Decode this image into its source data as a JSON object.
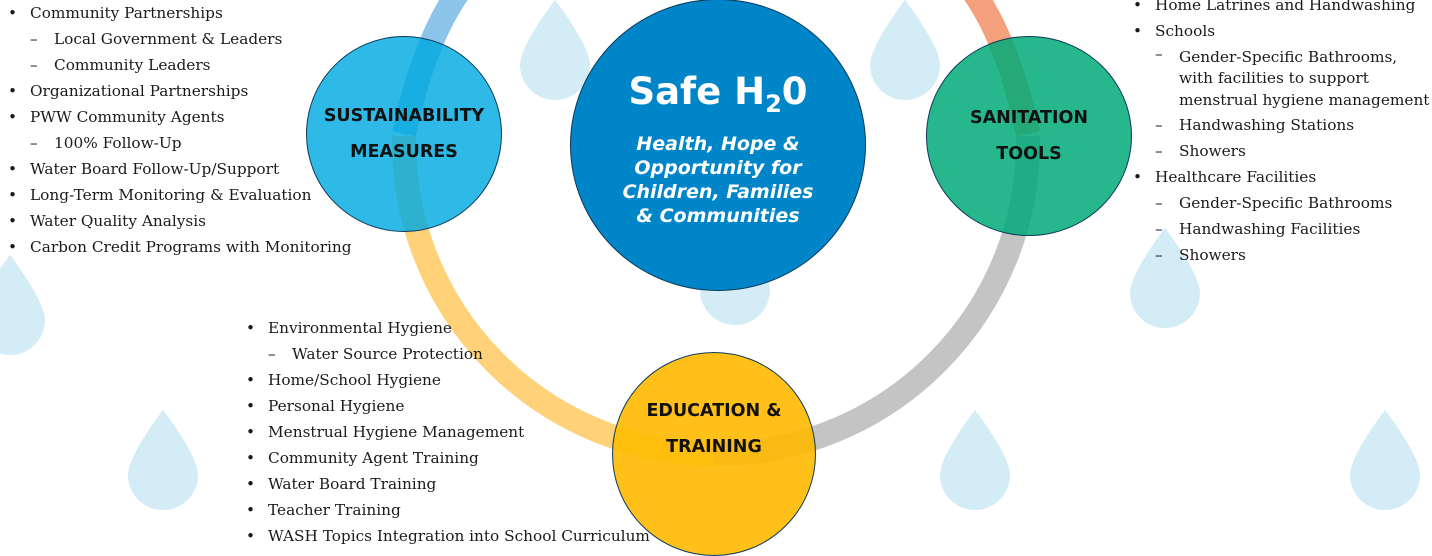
{
  "center": {
    "title_main": "Safe H",
    "title_sub": "2",
    "title_end": "0",
    "tagline": [
      "Health, Hope &",
      "Opportunity  for",
      "Children, Families",
      "& Communities"
    ]
  },
  "circles": {
    "sustainability": [
      "SUSTAINABILITY",
      "MEASURES"
    ],
    "sanitation": [
      "SANITATION",
      "TOOLS"
    ],
    "education": [
      "EDUCATION &",
      "TRAINING"
    ]
  },
  "colors": {
    "center": "#0085c8",
    "sustainability": "#00a9e0",
    "sanitation": "#00aa78",
    "education": "#ffba00",
    "ring_blue": "#8cc4ea",
    "ring_orange": "#f4a07c",
    "ring_gray": "#c4c4c4",
    "ring_yellow": "#ffd27a",
    "drop": "#d3ecf6"
  },
  "lists": {
    "left": [
      {
        "level": 1,
        "text": "Community Partnerships"
      },
      {
        "level": 2,
        "text": "Local Government & Leaders"
      },
      {
        "level": 2,
        "text": "Community Leaders"
      },
      {
        "level": 1,
        "text": "Organizational Partnerships"
      },
      {
        "level": 1,
        "text": "PWW Community Agents"
      },
      {
        "level": 2,
        "text": "100% Follow-Up"
      },
      {
        "level": 1,
        "text": "Water Board Follow-Up/Support"
      },
      {
        "level": 1,
        "text": "Long-Term Monitoring & Evaluation"
      },
      {
        "level": 1,
        "text": "Water Quality Analysis"
      },
      {
        "level": 1,
        "text": "Carbon Credit Programs with Monitoring"
      }
    ],
    "right": [
      {
        "level": 1,
        "text": "Home Latrines and Handwashing"
      },
      {
        "level": 1,
        "text": "Schools"
      },
      {
        "level": 2,
        "text": "Gender-Specific Bathrooms,"
      },
      {
        "level": 3,
        "text": "with facilities to support"
      },
      {
        "level": 3,
        "text": "menstrual hygiene management"
      },
      {
        "level": 2,
        "text": "Handwashing Stations"
      },
      {
        "level": 2,
        "text": "Showers"
      },
      {
        "level": 1,
        "text": "Healthcare Facilities"
      },
      {
        "level": 2,
        "text": "Gender-Specific Bathrooms"
      },
      {
        "level": 2,
        "text": "Handwashing Facilities"
      },
      {
        "level": 2,
        "text": "Showers"
      }
    ],
    "bottom": [
      {
        "level": 1,
        "text": "Environmental Hygiene"
      },
      {
        "level": 2,
        "text": "Water Source Protection"
      },
      {
        "level": 1,
        "text": "Home/School Hygiene"
      },
      {
        "level": 1,
        "text": "Personal Hygiene"
      },
      {
        "level": 1,
        "text": "Menstrual Hygiene Management"
      },
      {
        "level": 1,
        "text": "Community Agent Training"
      },
      {
        "level": 1,
        "text": "Water Board Training"
      },
      {
        "level": 1,
        "text": "Teacher Training"
      },
      {
        "level": 1,
        "text": "WASH Topics Integration into School Curriculum"
      }
    ]
  }
}
